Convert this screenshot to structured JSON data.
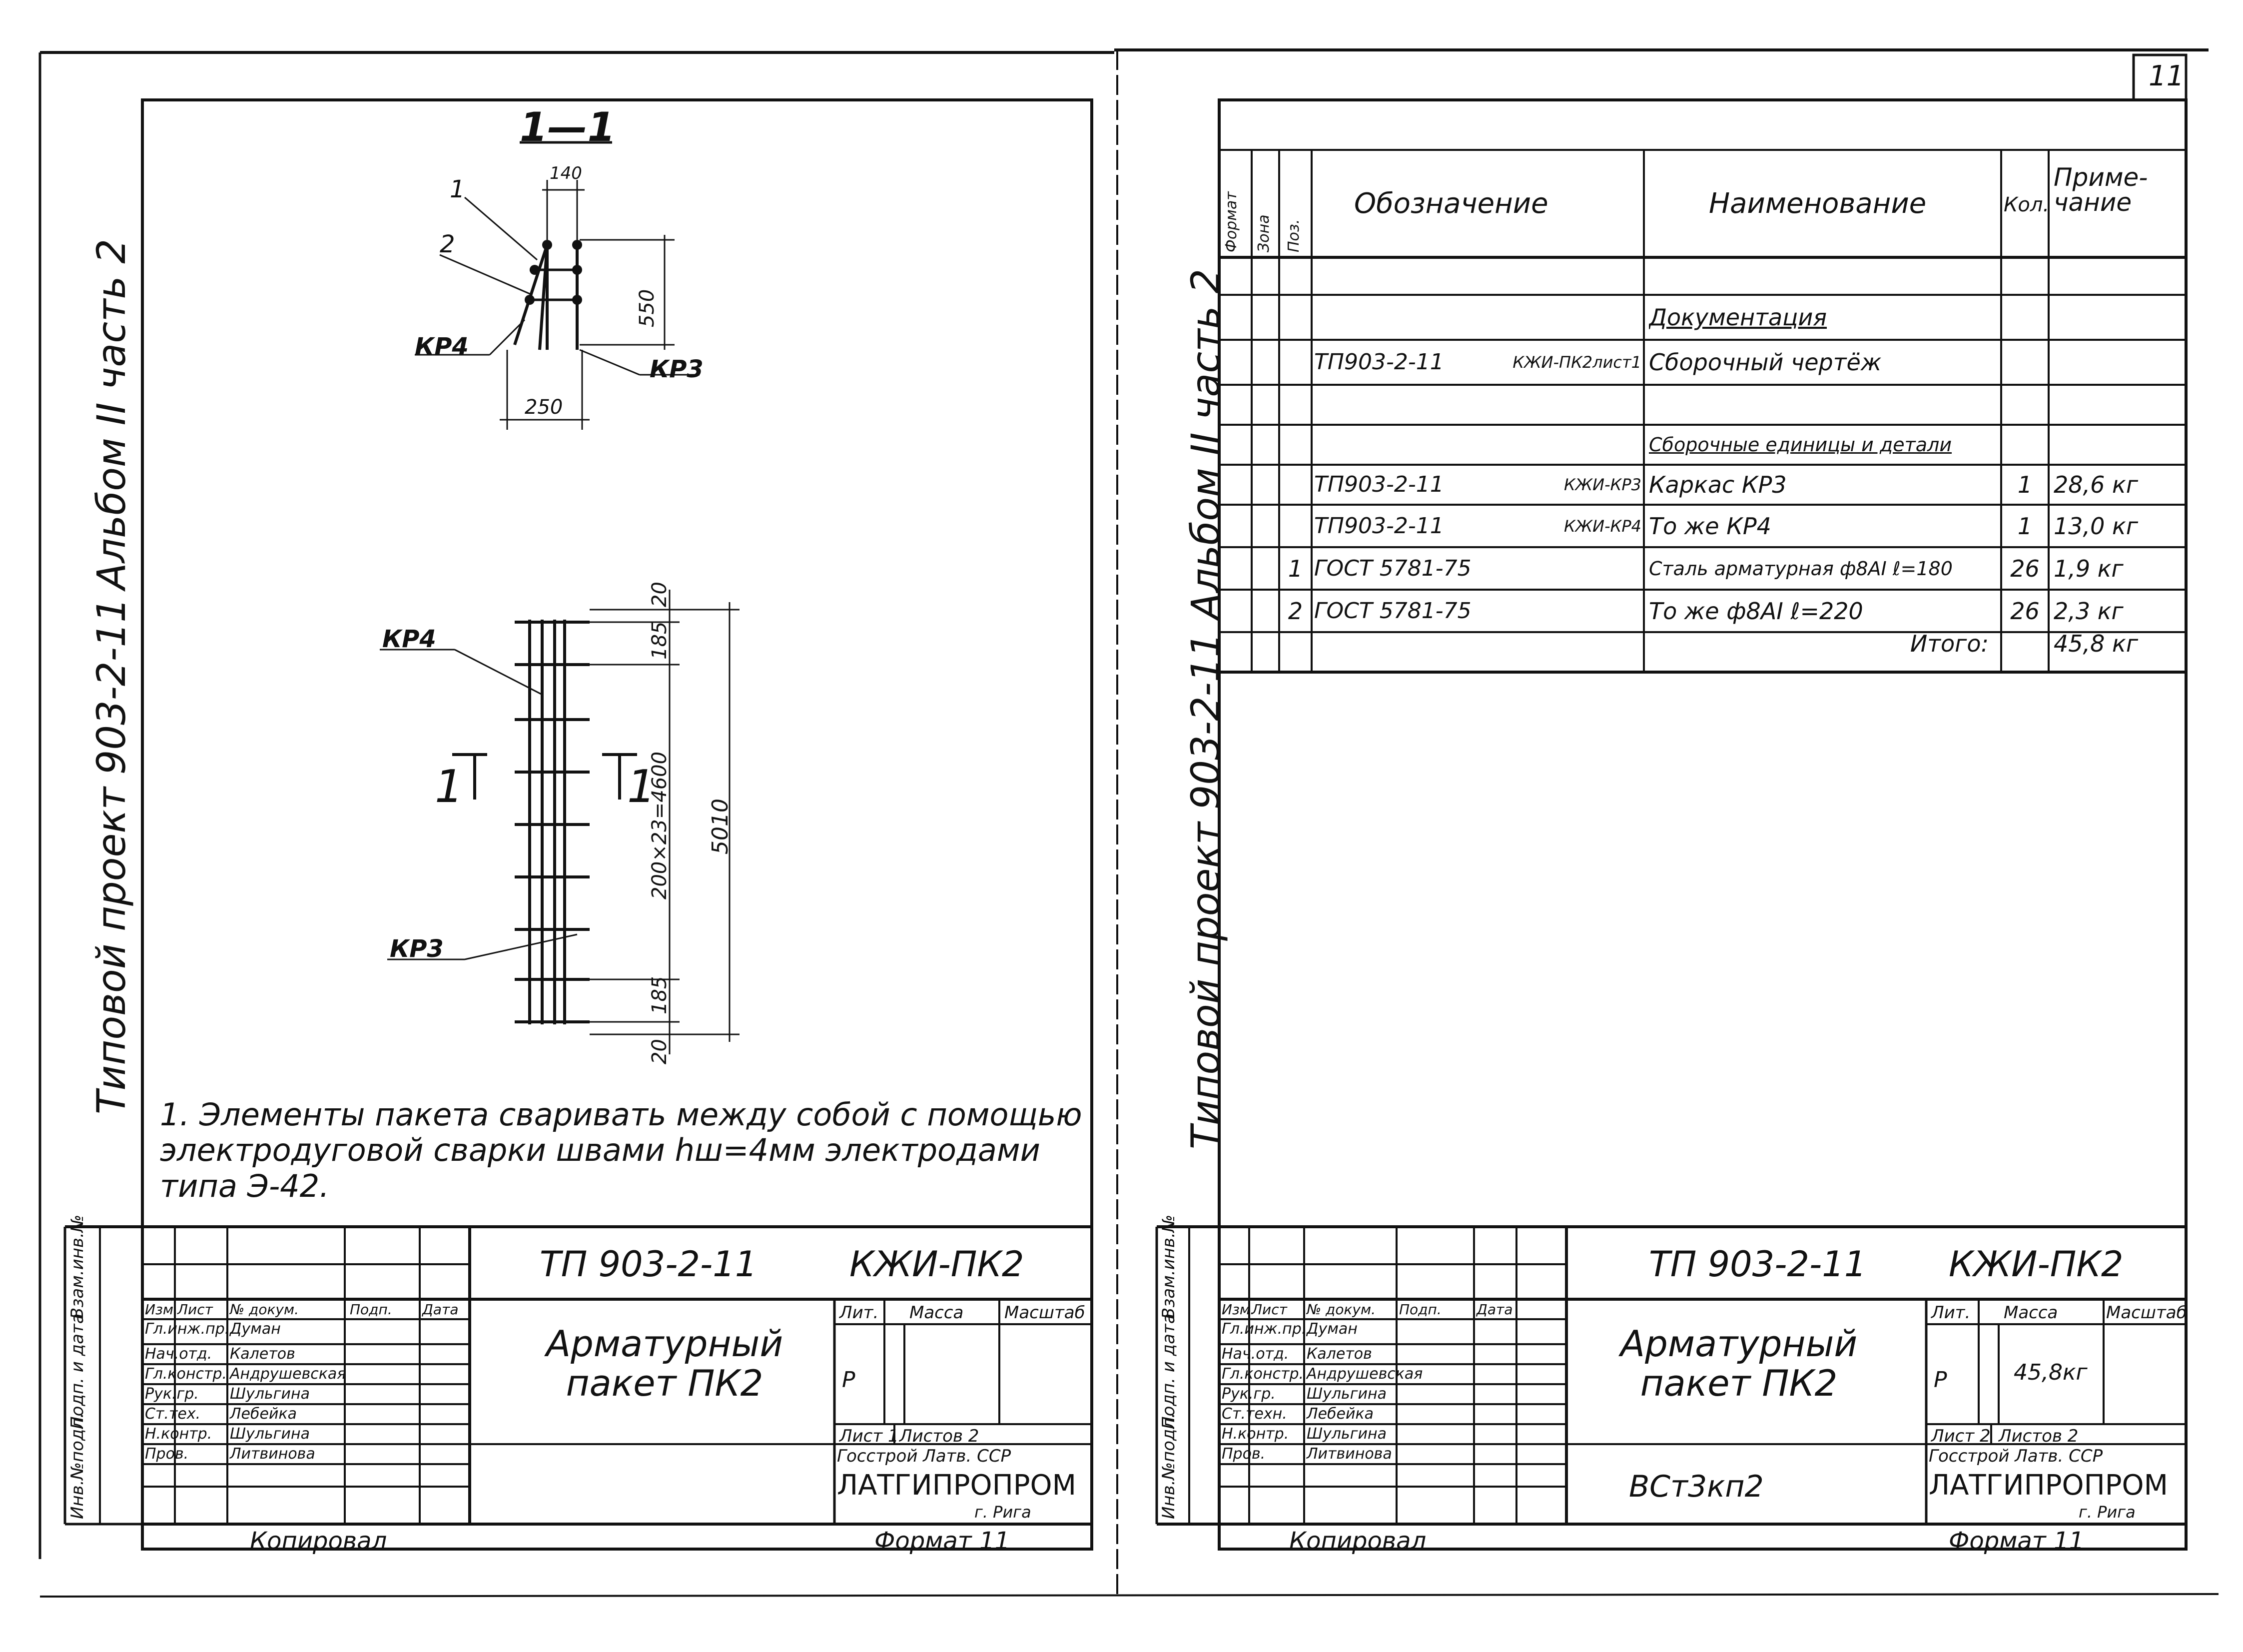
{
  "page_number": "11",
  "left": {
    "section_title": "1—1",
    "section_dims": {
      "top": "140",
      "height": "550",
      "width": "250"
    },
    "section_leaders": {
      "pos1": "1",
      "pos2": "2",
      "kr4": "КР4",
      "kr3": "КР3"
    },
    "plan_leaders": {
      "kr4": "КР4",
      "kr3": "КР3"
    },
    "plan_dims": {
      "top": "20",
      "end1": "185",
      "middle": "200×23=4600",
      "end2": "185",
      "bottom": "20",
      "total": "5010"
    },
    "cut_marks": {
      "left": "1",
      "right": "1"
    },
    "margin_text": {
      "album": "Альбом II часть 2",
      "project": "Типовой проект 903-2-11"
    },
    "note": "1. Элементы пакета сваривать между собой с помощью электродуговой сварки швами hш=4мм электродами типа Э-42.",
    "side_labels": [
      "Инв.№подл.",
      "Подп. и дата",
      "Взам.инв.№"
    ],
    "title_block": {
      "code": "ТП 903-2-11",
      "mark": "КЖИ-ПК2",
      "name": "Арматурный пакет ПК2",
      "header": [
        "Изм.",
        "Лист",
        "№ докум.",
        "Подп.",
        "Дата"
      ],
      "people": [
        {
          "role": "Гл.инж.пр.",
          "name": "Думан"
        },
        {
          "role": "Нач.отд.",
          "name": "Калетов"
        },
        {
          "role": "Гл.констр.",
          "name": "Андрушевская"
        },
        {
          "role": "Рук.гр.",
          "name": "Шульгина"
        },
        {
          "role": "Ст.тех.",
          "name": "Лебейка"
        },
        {
          "role": "Н.контр.",
          "name": "Шульгина"
        },
        {
          "role": "Пров.",
          "name": "Литвинова"
        }
      ],
      "lit_label": "Лит.",
      "mass_label": "Масса",
      "scale_label": "Масштаб",
      "lit_value": "Р",
      "mass_value": "",
      "sheet": "Лист 1",
      "sheets": "Листов 2",
      "org1": "Госстрой Латв. ССР",
      "org2": "ЛАТГИПРОПРОМ",
      "city": "г. Рига",
      "material": ""
    },
    "copied": "Копировал",
    "format": "Формат 11"
  },
  "right": {
    "margin_text": {
      "album": "Альбом II часть 2",
      "project": "Типовой проект 903-2-11"
    },
    "table": {
      "headers": {
        "format": "Формат",
        "zone": "Зона",
        "pos": "Поз.",
        "designation": "Обозначение",
        "name": "Наименование",
        "qty": "Кол.",
        "note": "Приме-чание"
      },
      "rows": [
        {
          "pos": "",
          "designation": "",
          "doc": "",
          "name": "Документация",
          "qty": "",
          "note": "",
          "underline": true
        },
        {
          "pos": "",
          "designation": "ТП903-2-11",
          "doc": "КЖИ-ПК2лист1",
          "name": "Сборочный чертёж",
          "qty": "",
          "note": ""
        },
        {
          "pos": "",
          "designation": "",
          "doc": "",
          "name": "",
          "qty": "",
          "note": ""
        },
        {
          "pos": "",
          "designation": "",
          "doc": "",
          "name": "Сборочные единицы и детали",
          "qty": "",
          "note": "",
          "underline": true
        },
        {
          "pos": "",
          "designation": "ТП903-2-11",
          "doc": "КЖИ-КР3",
          "name": "Каркас  КР3",
          "qty": "1",
          "note": "28,6 кг"
        },
        {
          "pos": "",
          "designation": "ТП903-2-11",
          "doc": "КЖИ-КР4",
          "name": "То же    КР4",
          "qty": "1",
          "note": "13,0 кг"
        },
        {
          "pos": "1",
          "designation": "ГОСТ 5781-75",
          "doc": "",
          "name": "Сталь арматурная ф8AI  ℓ=180",
          "qty": "26",
          "note": "1,9 кг"
        },
        {
          "pos": "2",
          "designation": "ГОСТ 5781-75",
          "doc": "",
          "name": "То же    ф8AI  ℓ=220",
          "qty": "26",
          "note": "2,3 кг"
        },
        {
          "pos": "",
          "designation": "",
          "doc": "",
          "name": "Итого:",
          "qty": "",
          "note": "45,8 кг"
        }
      ]
    },
    "side_labels": [
      "Инв.№подл.",
      "Подп. и дата",
      "Взам.инв.№"
    ],
    "title_block": {
      "code": "ТП 903-2-11",
      "mark": "КЖИ-ПК2",
      "name": "Арматурный пакет ПК2",
      "header": [
        "Изм.",
        "Лист",
        "№ докум.",
        "Подп.",
        "Дата"
      ],
      "people": [
        {
          "role": "Гл.инж.пр.",
          "name": "Думан"
        },
        {
          "role": "Нач.отд.",
          "name": "Калетов"
        },
        {
          "role": "Гл.констр.",
          "name": "Андрушевская"
        },
        {
          "role": "Рук.гр.",
          "name": "Шульгина"
        },
        {
          "role": "Ст.техн.",
          "name": "Лебейка"
        },
        {
          "role": "Н.контр.",
          "name": "Шульгина"
        },
        {
          "role": "Пров.",
          "name": "Литвинова"
        }
      ],
      "lit_label": "Лит.",
      "mass_label": "Масса",
      "scale_label": "Масштаб",
      "lit_value": "Р",
      "mass_value": "45,8кг",
      "sheet": "Лист 2",
      "sheets": "Листов 2",
      "org1": "Госстрой Латв. ССР",
      "org2": "ЛАТГИПРОПРОМ",
      "city": "г. Рига",
      "material": "ВСт3кп2"
    },
    "copied": "Копировал",
    "format": "Формат 11"
  }
}
